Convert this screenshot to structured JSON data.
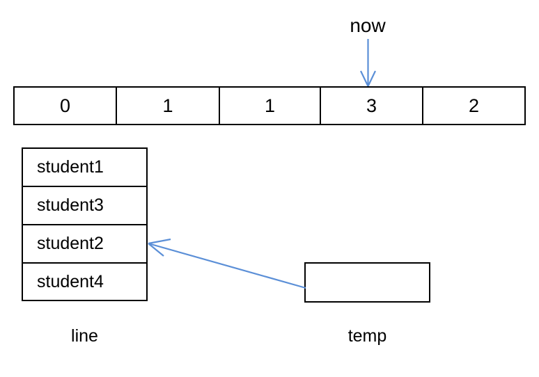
{
  "diagram": {
    "title": "array and line list with now and temp pointers",
    "stroke_color": "#000000",
    "arrow_color": "#5B8FD7",
    "background": "#ffffff"
  },
  "array": {
    "name": "array-strip",
    "cells": [
      {
        "value": "0"
      },
      {
        "value": "1"
      },
      {
        "value": "1"
      },
      {
        "value": "3"
      },
      {
        "value": "2"
      }
    ]
  },
  "pointers": {
    "now": {
      "label": "now",
      "target_cell_index": 3,
      "direction": "down"
    },
    "temp": {
      "label": "temp",
      "value": "",
      "target_row_index": 2,
      "direction": "up-left"
    }
  },
  "line_list": {
    "label": "line",
    "rows": [
      {
        "value": "student1"
      },
      {
        "value": "student3"
      },
      {
        "value": "student2"
      },
      {
        "value": "student4"
      }
    ]
  }
}
